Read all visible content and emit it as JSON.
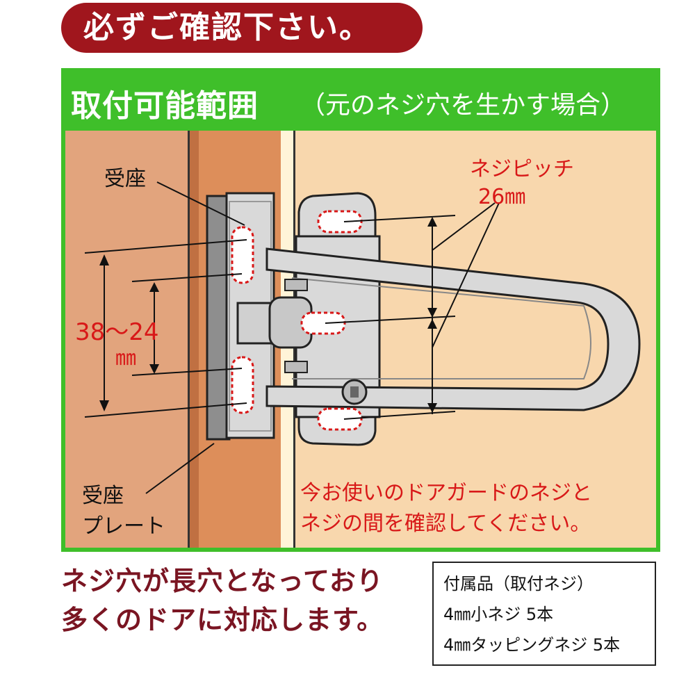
{
  "banner": {
    "text": "必ずご確認下さい。"
  },
  "header": {
    "title": "取付可能範囲",
    "subtitle": "（元のネジ穴を生かす場合）"
  },
  "labels": {
    "receiver": "受座",
    "receiver_plate_line1": "受座",
    "receiver_plate_line2": "プレート",
    "pitch_title": "ネジピッチ",
    "pitch_value": "26㎜",
    "range_value": "38～24",
    "range_unit": "㎜"
  },
  "note": {
    "line1": "今お使いのドアガードのネジと",
    "line2": "ネジの間を確認してください。"
  },
  "footer": {
    "line1": "ネジ穴が長穴となっており",
    "line2": "多くのドアに対応します。"
  },
  "accessories": {
    "title": "付属品（取付ネジ）",
    "item1": "4㎜小ネジ 5本",
    "item2": "4㎜タッピングネジ 5本"
  },
  "colors": {
    "banner": "#a0161d",
    "frame_green": "#3fbf2a",
    "highlight_red": "#d81818",
    "footer_text": "#7a1522"
  }
}
